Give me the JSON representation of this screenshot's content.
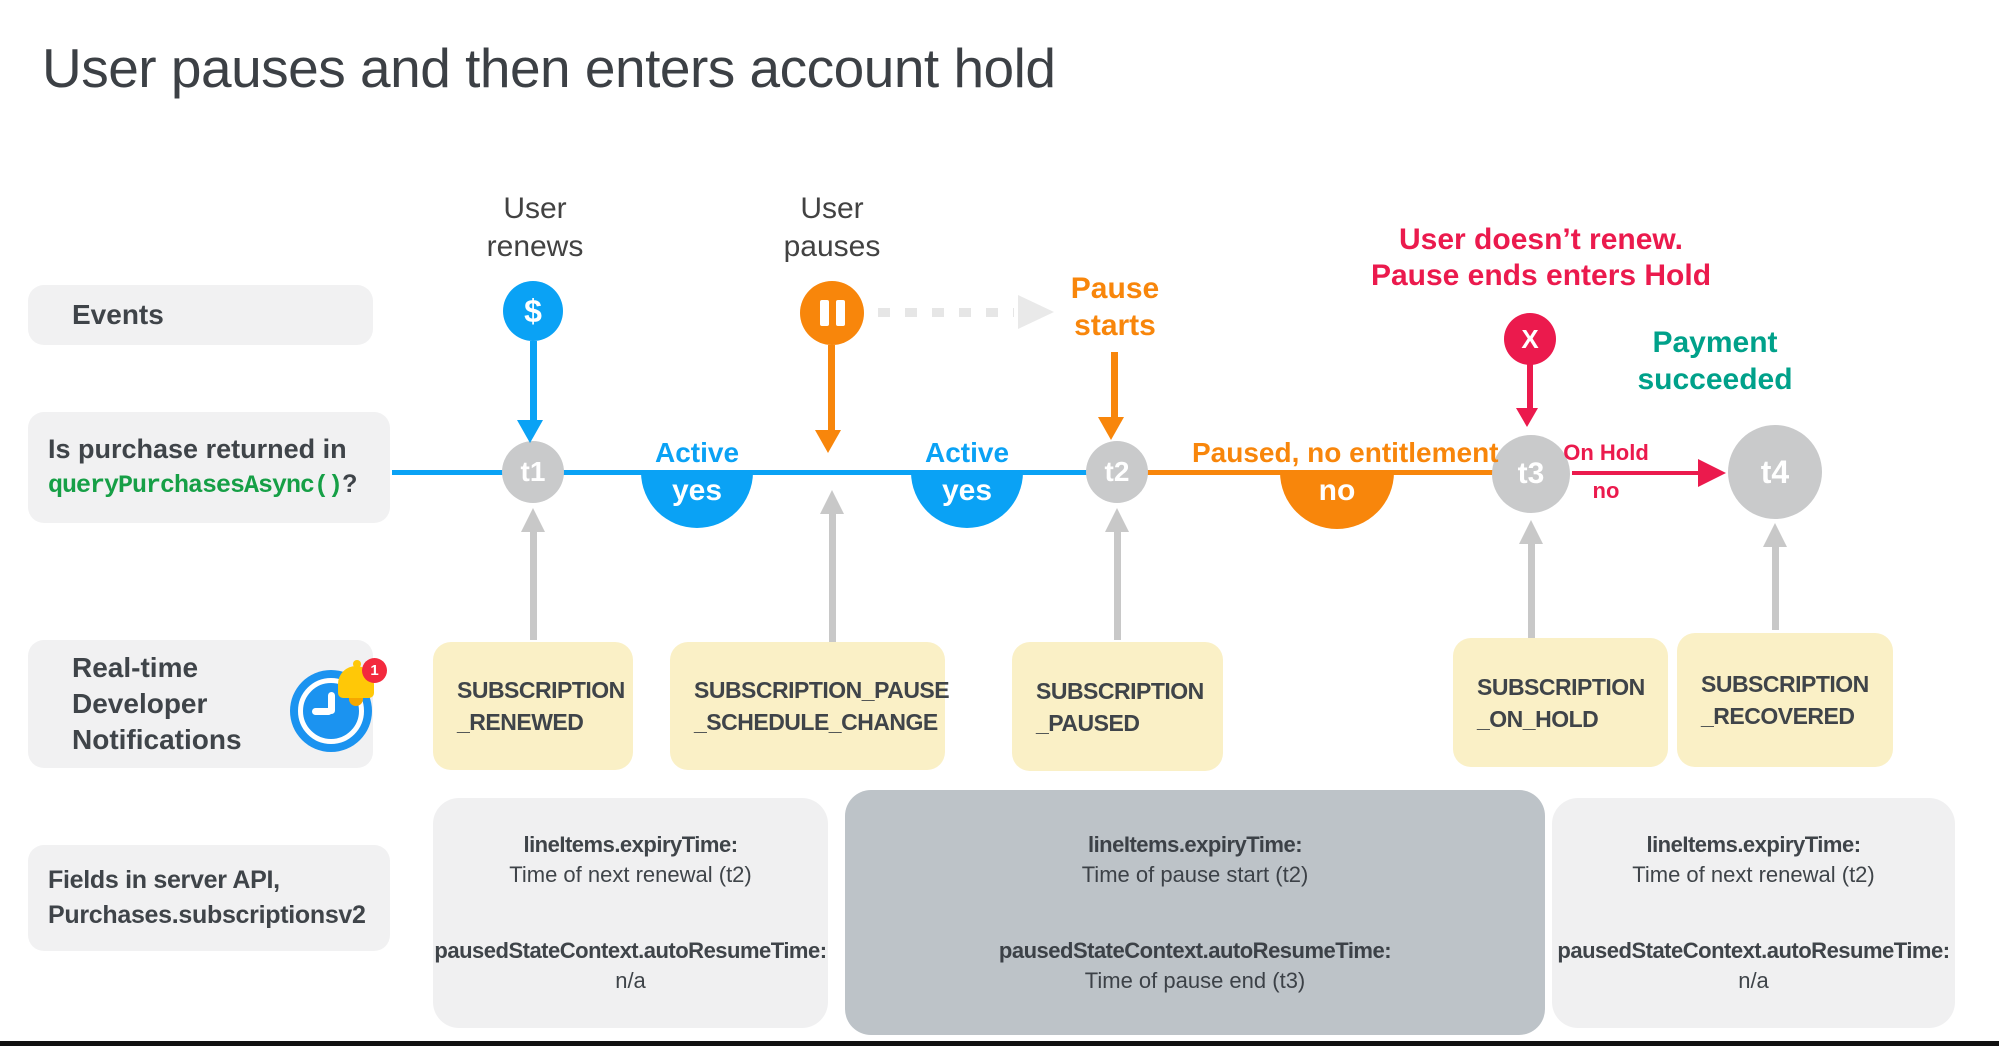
{
  "title": "User pauses and then enters account hold",
  "rows": {
    "events_label": "Events",
    "purchase_question": {
      "line1": "Is purchase returned in",
      "code": "queryPurchasesAsync()",
      "suffix": "?"
    },
    "rtdn_label": "Real-time\nDeveloper\nNotifications",
    "rtdn_badge": "1",
    "fields_label": "Fields in server API,\nPurchases.subscriptionsv2"
  },
  "events": {
    "user_renews": "User\nrenews",
    "user_pauses": "User\npauses",
    "pause_starts": "Pause\nstarts",
    "hold_heading": "User doesn’t renew.\nPause ends enters Hold",
    "payment_succeeded": "Payment\nsucceeded",
    "renew_symbol": "$",
    "hold_symbol": "X"
  },
  "timeline": {
    "nodes": [
      "t1",
      "t2",
      "t3",
      "t4"
    ],
    "segments": [
      {
        "label": "Active",
        "answer": "yes"
      },
      {
        "label": "Active",
        "answer": "yes"
      },
      {
        "label": "Paused, no entitlement",
        "answer": "no"
      },
      {
        "label": "On Hold",
        "answer": "no"
      }
    ]
  },
  "notifications": [
    "SUBSCRIPTION\n_RENEWED",
    "SUBSCRIPTION_PAUSE\n_SCHEDULE_CHANGE",
    "SUBSCRIPTION\n_PAUSED",
    "SUBSCRIPTION\n_ON_HOLD",
    "SUBSCRIPTION\n_RECOVERED"
  ],
  "api_boxes": [
    {
      "field1": "lineItems.expiryTime:",
      "value1": "Time of next renewal (t2)",
      "field2": "pausedStateContext.autoResumeTime:",
      "value2": "n/a"
    },
    {
      "field1": "lineItems.expiryTime:",
      "value1": "Time of pause start (t2)",
      "field2": "pausedStateContext.autoResumeTime:",
      "value2": "Time of pause end (t3)"
    },
    {
      "field1": "lineItems.expiryTime:",
      "value1": "Time of next renewal (t2)",
      "field2": "pausedStateContext.autoResumeTime:",
      "value2": "n/a"
    }
  ],
  "colors": {
    "blue": "#0aa2f5",
    "orange": "#f8860b",
    "red": "#eb1a4d",
    "teal": "#00a18a",
    "green_code": "#169f46",
    "node_gray": "#c9cacb",
    "yellow_box": "#faf0c6",
    "light_box": "#f1f1f2",
    "dark_box": "#bdc3c8",
    "text_dark": "#3f4449"
  }
}
